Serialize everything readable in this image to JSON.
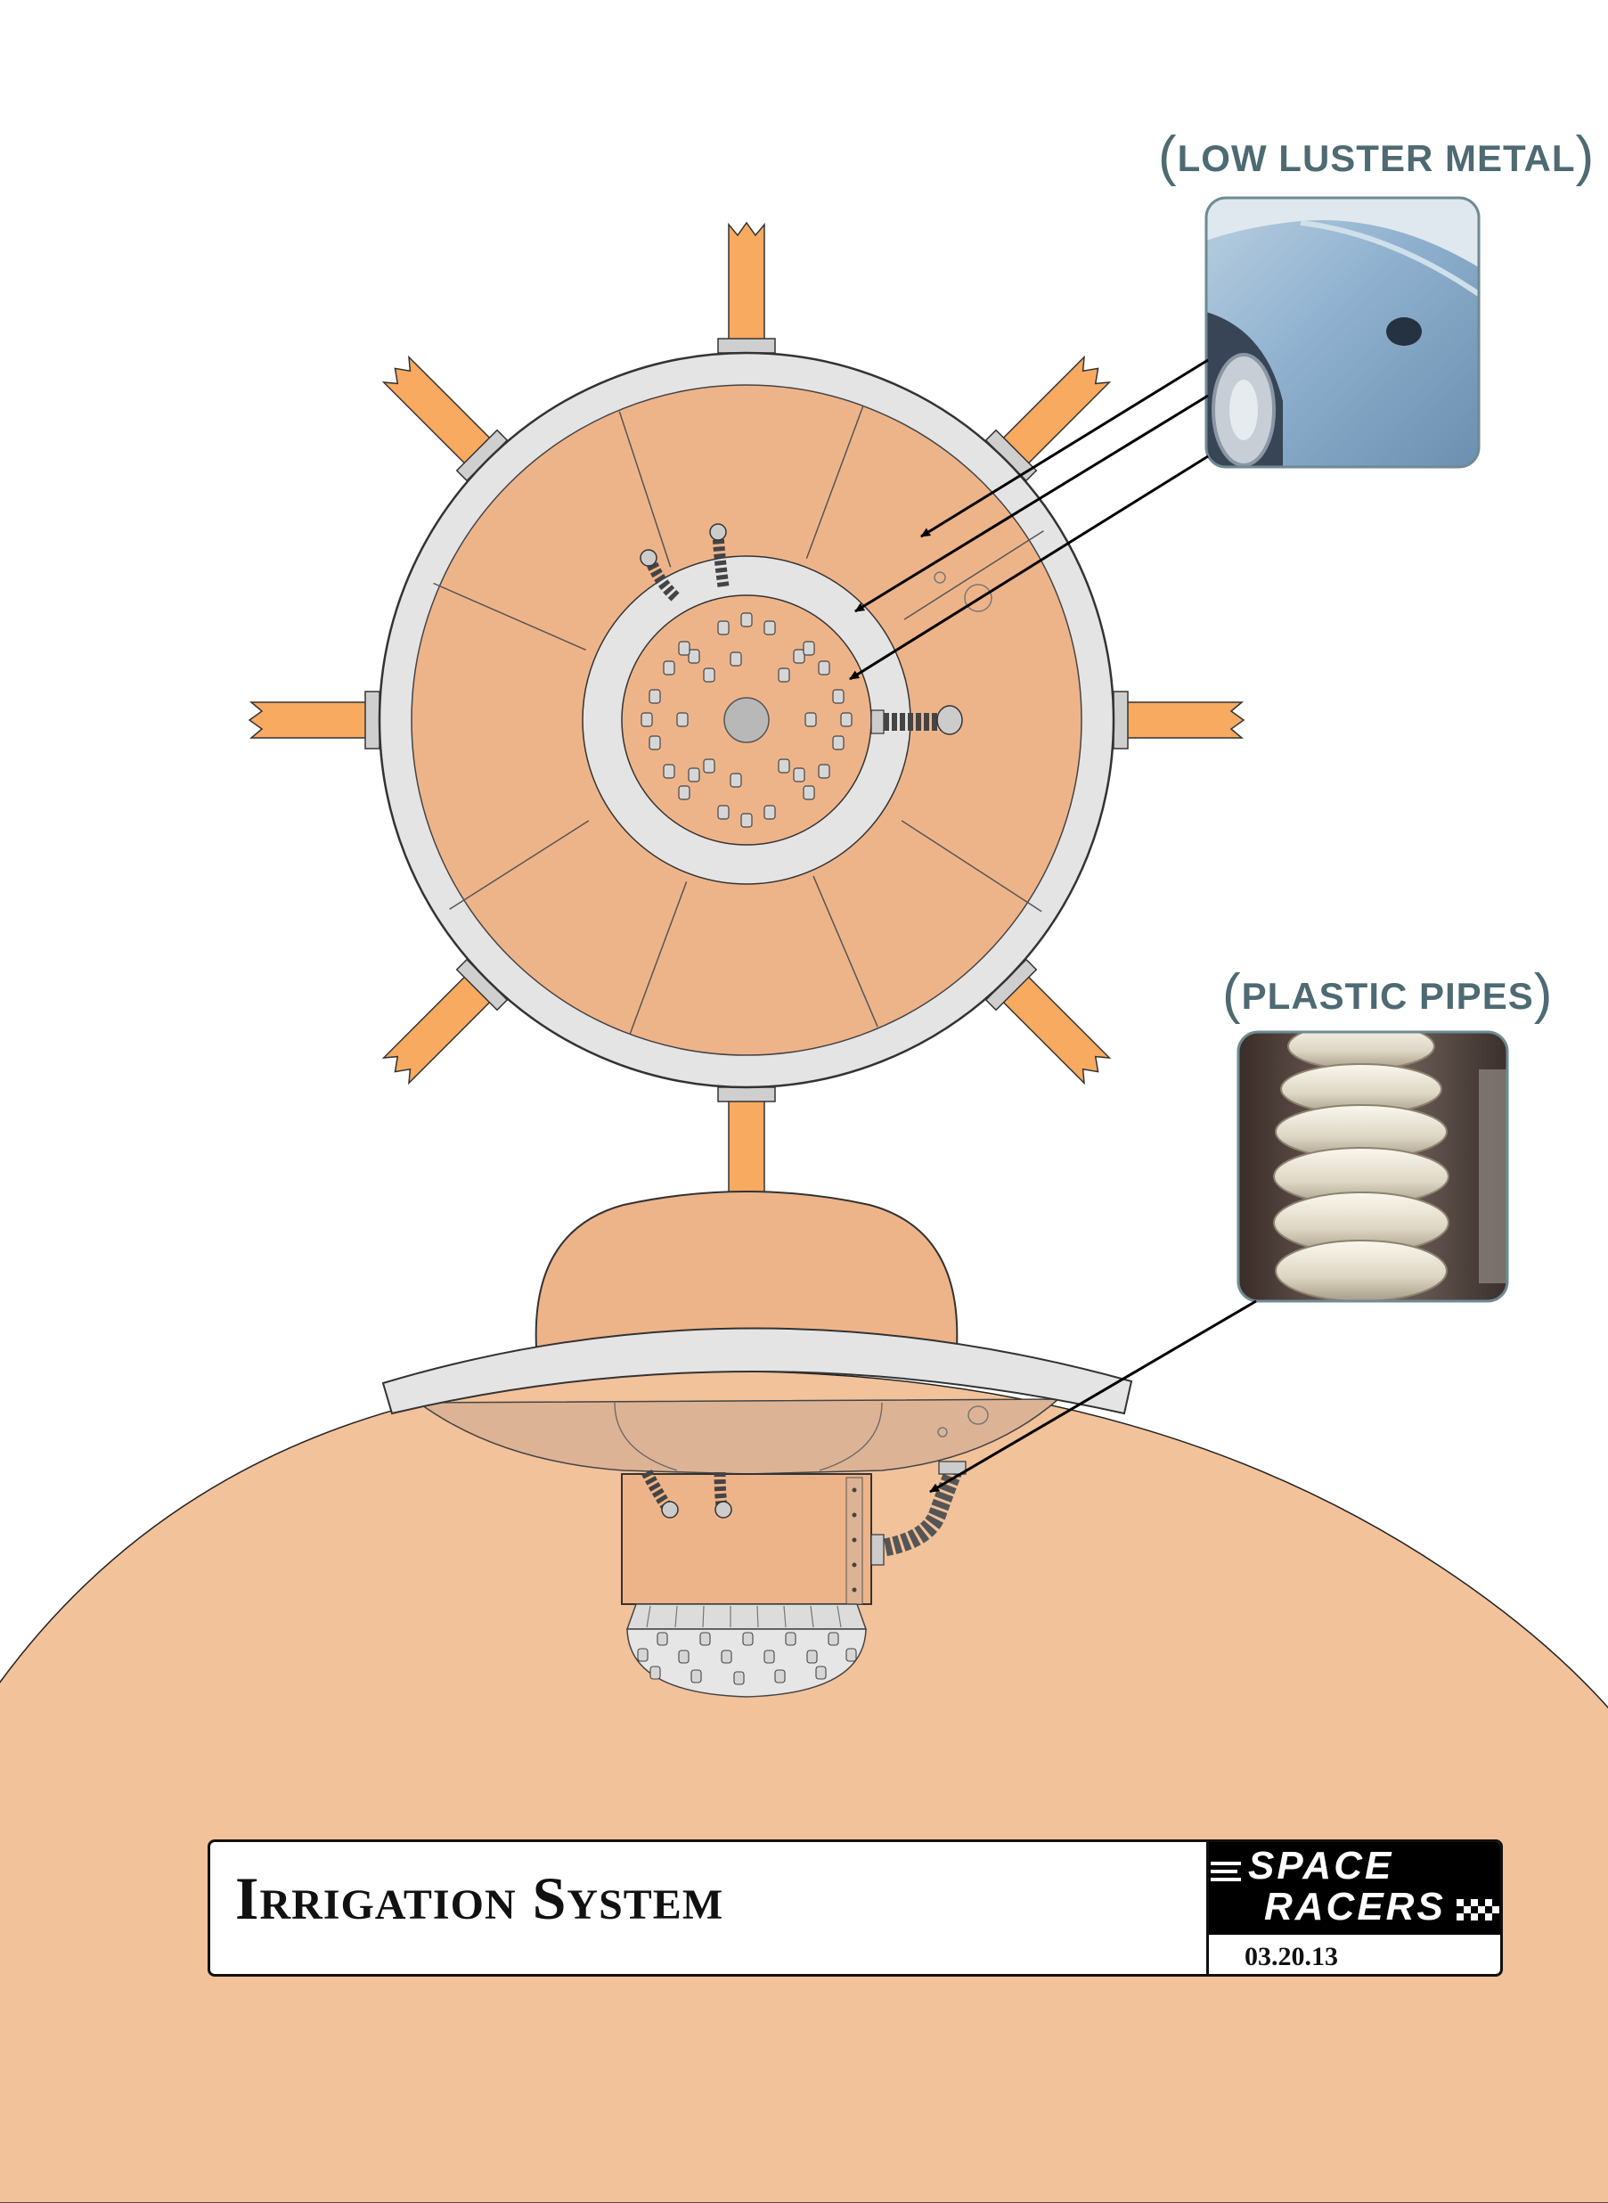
{
  "callouts": {
    "metal": {
      "open": "(",
      "text": "LOW LUSTER METAL",
      "close": ")"
    },
    "pipes": {
      "open": "(",
      "text": "PLASTIC PIPES",
      "close": ")"
    }
  },
  "title_block": {
    "title": "Irrigation System",
    "logo_line1": "SPACE",
    "logo_line2": "RACERS",
    "date": "03.20.13"
  },
  "colors": {
    "body_fill": "#eeb489",
    "background_body": "#f2c29b",
    "rim_gray": "#e4e4e4",
    "vane_orange": "#f7aa60",
    "label_color": "#4e6a72"
  },
  "icons": [
    "metal-texture-swatch",
    "plastic-pipe-swatch",
    "checkered-flag-icon"
  ]
}
